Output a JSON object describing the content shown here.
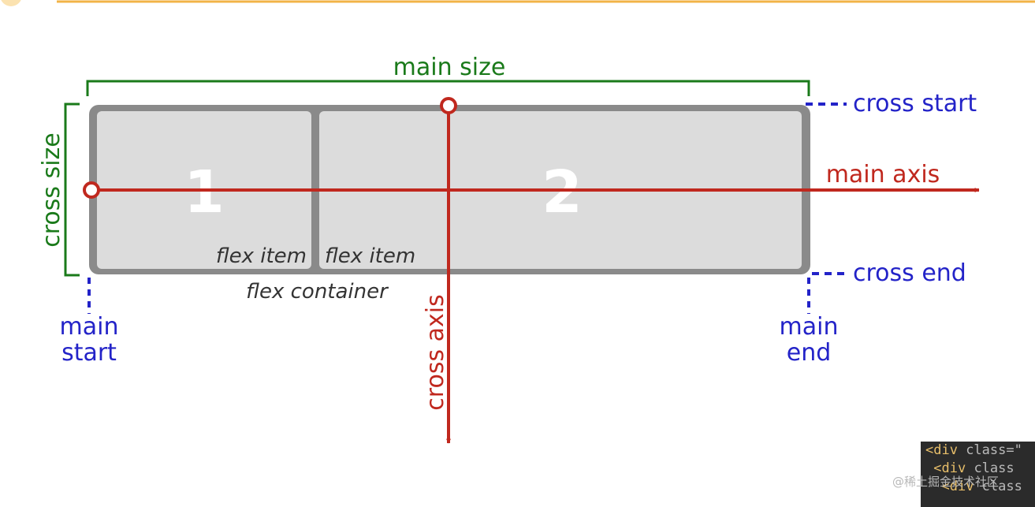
{
  "diagram": {
    "labels": {
      "main_size": "main size",
      "cross_size": "cross size",
      "cross_start": "cross start",
      "cross_end": "cross end",
      "main_axis": "main axis",
      "cross_axis": "cross axis",
      "main_start_line1": "main",
      "main_start_line2": "start",
      "main_end_line1": "main",
      "main_end_line2": "end",
      "item1_number": "1",
      "item2_number": "2",
      "item1_caption": "flex item",
      "item2_caption": "flex item",
      "container_caption": "flex container"
    },
    "colors": {
      "green": "#1a7a1a",
      "blue": "#2323c8",
      "red": "#c0281e",
      "container_gray": "#8a8a8a",
      "item_fill": "#dcdcdc",
      "top_bar": "#f2b347"
    }
  },
  "code_panel": {
    "line1_tag": "<div",
    "line1_attr": " class=\"",
    "line2_tag": "<div",
    "line2_attr": " class",
    "line3_tag": "<div",
    "line3_attr": " class"
  },
  "watermark": "@稀土掘金技术社区"
}
